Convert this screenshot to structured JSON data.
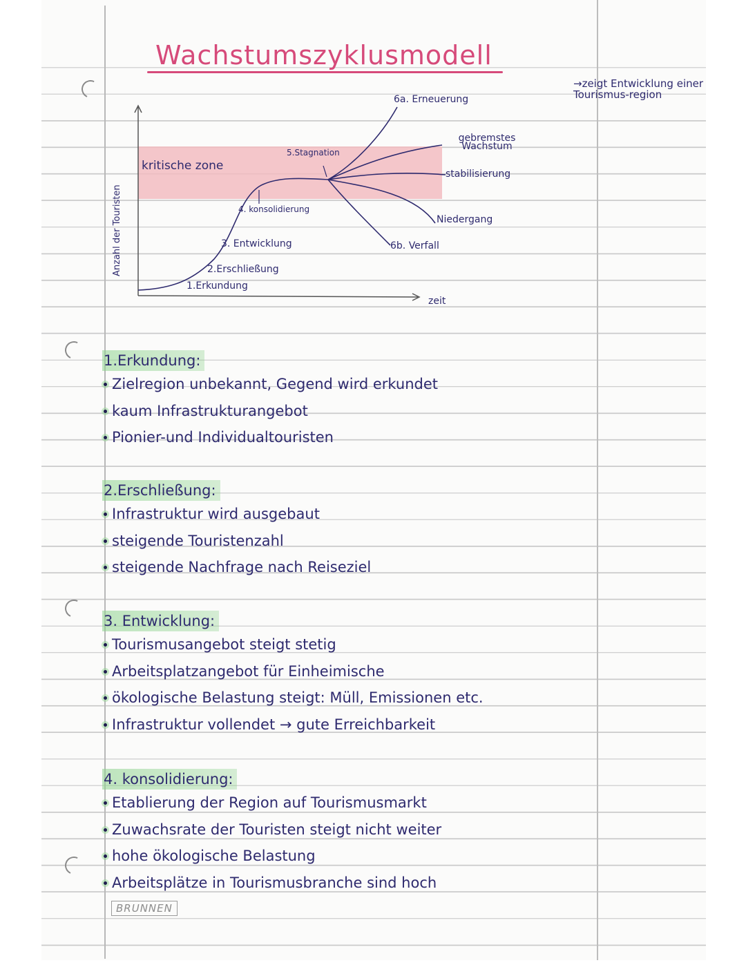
{
  "page": {
    "title": "Wachstumszyklusmodell",
    "side_note": "→zeigt Entwicklung einer Tourismus-region",
    "brand": "BRUNNEN",
    "colors": {
      "title": "#d64a7a",
      "ink": "#2e2a6e",
      "critical_zone": "#f2bcc1",
      "highlight": "#8cd28c"
    }
  },
  "chart_data": {
    "type": "line",
    "title": "Wachstumszyklusmodell",
    "xlabel": "zeit",
    "ylabel": "Anzahl der Touristen",
    "band": {
      "label": "kritische zone",
      "y_range": [
        0.58,
        0.82
      ]
    },
    "stages": [
      {
        "label": "1.Erkundung",
        "x": 0.12,
        "y": 0.04
      },
      {
        "label": "2.Erschließung",
        "x": 0.22,
        "y": 0.14
      },
      {
        "label": "3. Entwicklung",
        "x": 0.28,
        "y": 0.3
      },
      {
        "label": "4. konsolidierung",
        "x": 0.4,
        "y": 0.6
      },
      {
        "label": "5.Stagnation",
        "x": 0.62,
        "y": 0.66
      }
    ],
    "branches": [
      {
        "label": "6a. Erneuerung",
        "end_y": 1.05
      },
      {
        "label": "gebremstes Wachstum",
        "end_y": 0.82
      },
      {
        "label": "stabilisierung",
        "end_y": 0.66
      },
      {
        "label": "Niedergang",
        "end_y": 0.42
      },
      {
        "label": "6b. Verfall",
        "end_y": 0.3
      }
    ],
    "grid": false
  },
  "sections": [
    {
      "heading": "1.Erkundung:",
      "items": [
        "Zielregion unbekannt, Gegend wird erkundet",
        "kaum Infrastrukturangebot",
        "Pionier-und Individualtouristen"
      ]
    },
    {
      "heading": "2.Erschließung:",
      "items": [
        "Infrastruktur wird ausgebaut",
        "steigende Touristenzahl",
        "steigende Nachfrage nach Reiseziel"
      ]
    },
    {
      "heading": "3. Entwicklung:",
      "items": [
        "Tourismusangebot steigt stetig",
        "Arbeitsplatzangebot für Einheimische",
        "ökologische Belastung steigt: Müll, Emissionen etc.",
        "Infrastruktur vollendet → gute Erreichbarkeit"
      ]
    },
    {
      "heading": "4. konsolidierung:",
      "items": [
        "Etablierung der Region auf Tourismusmarkt",
        "Zuwachsrate der Touristen steigt nicht weiter",
        "hohe ökologische Belastung",
        "Arbeitsplätze in Tourismusbranche sind hoch"
      ]
    }
  ]
}
